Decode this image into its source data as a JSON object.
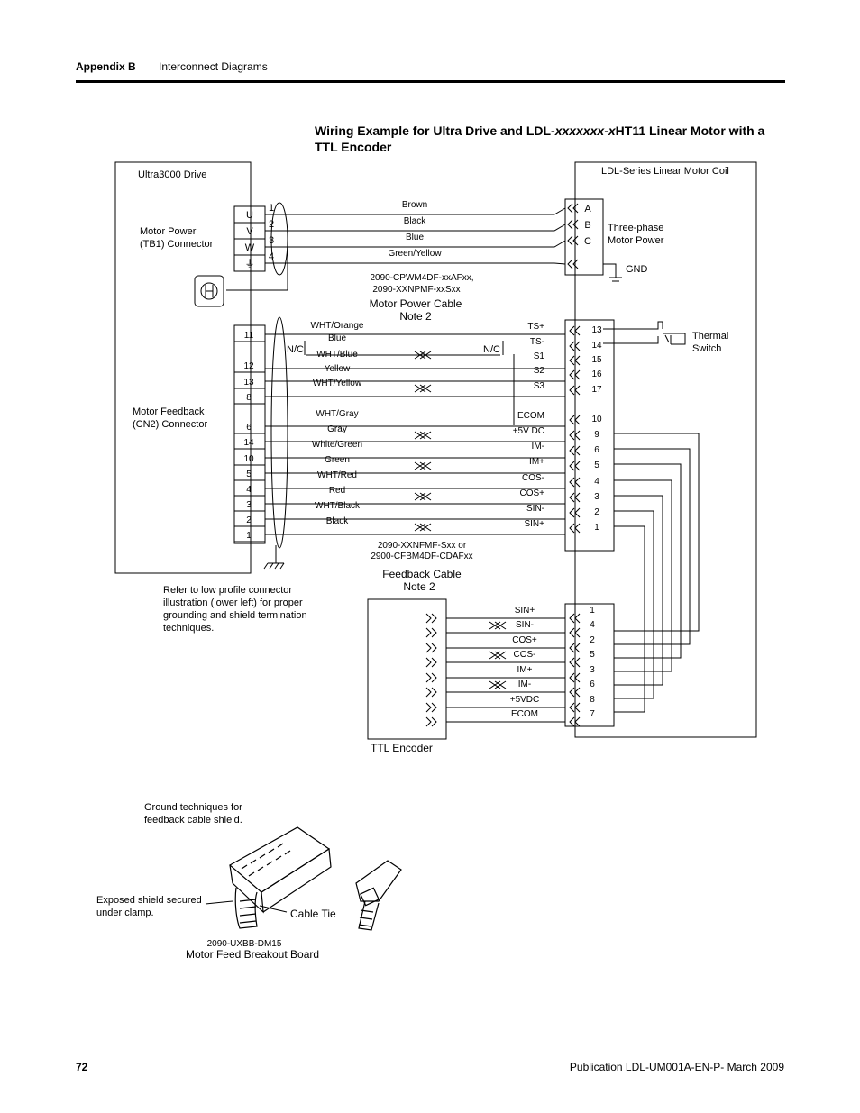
{
  "header": {
    "section": "Appendix B",
    "title": "Interconnect Diagrams"
  },
  "figure": {
    "title_prefix": "Wiring Example for Ultra Drive and LDL-",
    "title_italic": "xxxxxxx-x",
    "title_suffix": "HT11 Linear Motor with a TTL Encoder"
  },
  "drive": {
    "title": "Ultra3000 Drive",
    "motor_power_label": [
      "Motor Power",
      "(TB1) Connector"
    ],
    "motor_power_pins": [
      "U",
      "V",
      "W",
      "⏚"
    ],
    "motor_feedback_label": [
      "Motor Feedback",
      "(CN2) Connector"
    ],
    "feedback_pins": [
      "11",
      "12",
      "13",
      "8",
      "6",
      "14",
      "10",
      "5",
      "4",
      "3",
      "2",
      "1"
    ]
  },
  "motor": {
    "title": "LDL-Series Linear Motor Coil",
    "phase_pins": [
      "A",
      "B",
      "C"
    ],
    "phase_label": [
      "Three-phase",
      "Motor Power"
    ],
    "gnd_label": "GND",
    "thermal_label": [
      "Thermal",
      "Switch"
    ],
    "feedback_pins": [
      "13",
      "14",
      "15",
      "16",
      "17",
      "10",
      "9",
      "6",
      "5",
      "4",
      "3",
      "2",
      "1"
    ]
  },
  "power_cable": {
    "wire_numbers": [
      "1",
      "2",
      "3",
      "4"
    ],
    "wires": [
      "Brown",
      "Black",
      "Blue",
      "Green/Yellow"
    ],
    "part1": "2090-CPWM4DF-xxAFxx,",
    "part2": "2090-XXNPMF-xxSxx",
    "name": "Motor Power Cable",
    "note": "Note 2"
  },
  "feedback_cable": {
    "wires": [
      "WHT/Orange",
      "Blue",
      "WHT/Blue",
      "Yellow",
      "WHT/Yellow",
      "WHT/Gray",
      "Gray",
      "White/Green",
      "Green",
      "WHT/Red",
      "Red",
      "WHT/Black",
      "Black"
    ],
    "nc_left": "N/C",
    "nc_right": "N/C",
    "signals": [
      "TS+",
      "TS-",
      "S1",
      "S2",
      "S3",
      "ECOM",
      "+5V DC",
      "IM-",
      "IM+",
      "COS-",
      "COS+",
      "SIN-",
      "SIN+"
    ],
    "part1": "2090-XXNFMF-Sxx or",
    "part2": "2900-CFBM4DF-CDAFxx",
    "name": "Feedback Cable",
    "note": "Note 2"
  },
  "encoder": {
    "signals": [
      "SIN+",
      "SIN-",
      "COS+",
      "COS-",
      "IM+",
      "IM-",
      "+5VDC",
      "ECOM"
    ],
    "motor_pins": [
      "1",
      "4",
      "2",
      "5",
      "3",
      "6",
      "8",
      "7"
    ],
    "label": "TTL Encoder"
  },
  "refer_note": [
    "Refer to low profile connector",
    "illustration (lower left) for proper",
    "grounding and shield termination",
    "techniques."
  ],
  "ground": {
    "caption": [
      "Ground techniques for",
      "feedback cable shield."
    ],
    "shield_label": [
      "Exposed shield secured",
      "under clamp."
    ],
    "cable_tie": "Cable Tie",
    "board_part": "2090-UXBB-DM15",
    "board_name": "Motor Feed Breakout Board"
  },
  "footer": {
    "page": "72",
    "publication": "Publication LDL-UM001A-EN-P- March 2009"
  }
}
